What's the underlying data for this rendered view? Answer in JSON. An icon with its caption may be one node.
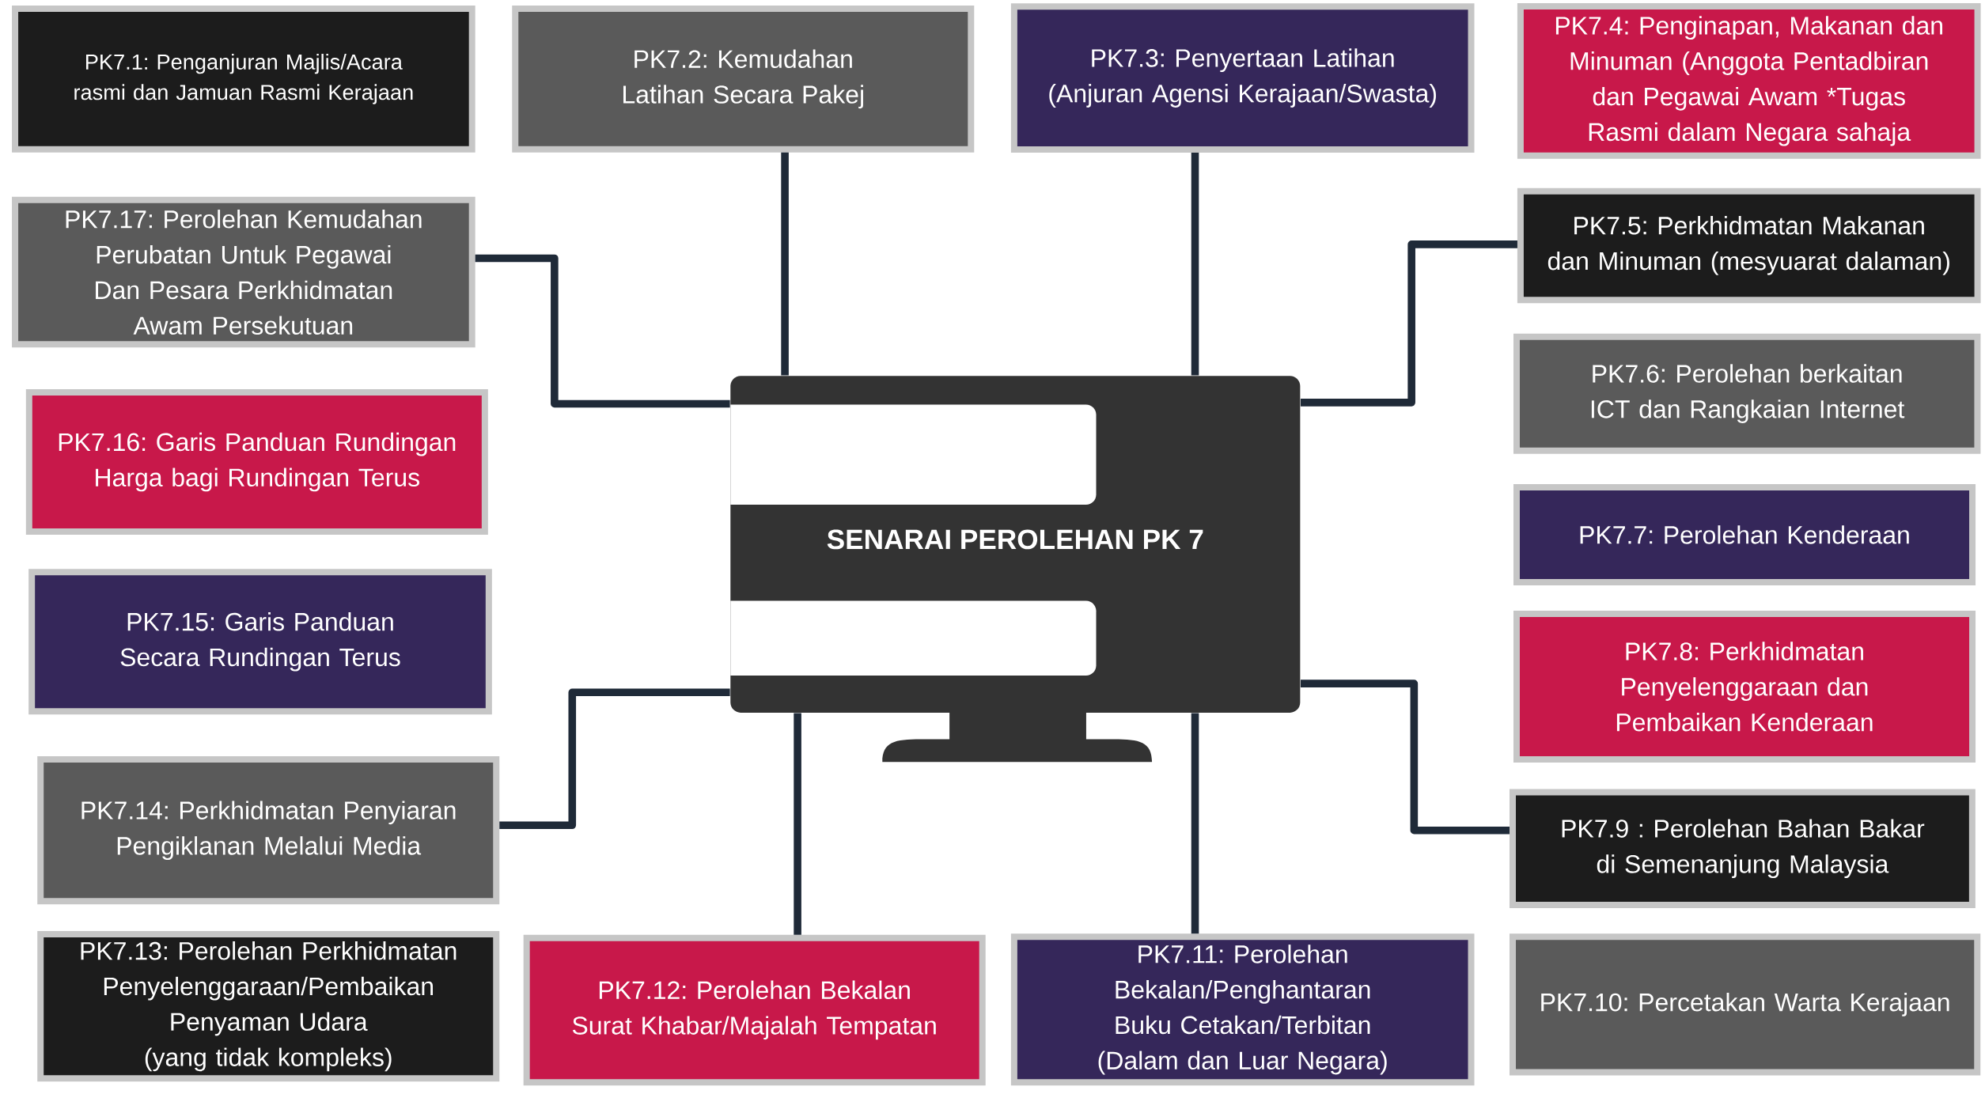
{
  "diagram": {
    "nodes": [
      {
        "text": [
          "SENARAI PEROLEHAN PK 7"
        ]
      },
      {
        "text": [
          "PK7.1: Penganjuran Majlis/Acara rasmi dan Jamuan Rasmi Kerajaan"
        ]
      },
      {
        "text": [
          "PK7.2: Kemudahan Latihan Secara Pakej"
        ]
      },
      {
        "text": [
          "PK7.3: Penyertaan Latihan (Anjuran Agensi Kerajaan/Swasta)"
        ]
      },
      {
        "text": [
          "PK7.4: Penginapan, Makanan dan Minuman (Anggota Pentadbiran dan Pegawai Awam *Tugas Rasmi dalam Negara sahaja"
        ]
      },
      {
        "text": [
          "PK7.5: Perkhidmatan Makanan dan Minuman (mesyuarat dalaman)"
        ]
      },
      {
        "text": [
          "PK7.6: Perolehan berkaitan ICT dan Rangkaian Internet"
        ]
      },
      {
        "text": [
          "PK7.7: Perolehan Kenderaan"
        ]
      },
      {
        "text": [
          "PK7.8: Perkhidmatan Penyelenggaraan dan Pembaikan Kenderaan"
        ]
      },
      {
        "text": [
          "PK7.9 : Perolehan Bahan Bakar di Semenanjung Malaysia"
        ]
      },
      {
        "text": [
          "PK7.10: Percetakan Warta Kerajaan"
        ]
      },
      {
        "text": [
          "PK7.11: Perolehan Bekalan/Penghantaran Buku Cetakan/Terbitan (Dalam dan Luar Negara)"
        ]
      },
      {
        "text": [
          "PK7.12: Perolehan Bekalan Surat Khabar/Majalah Tempatan"
        ]
      },
      {
        "text": [
          "PK7.13: Perolehan Perkhidmatan Penyelenggaraan/Pembaikan Penyaman Udara (yang tidak kompleks)"
        ]
      },
      {
        "text": [
          "PK7.14: Perkhidmatan Penyiaran Pengiklanan Melalui Media"
        ]
      },
      {
        "text": [
          "PK7.15: Garis Panduan Secara Rundingan Terus"
        ]
      },
      {
        "text": [
          "PK7.16: Garis Panduan Rundingan Harga bagi Rundingan Terus"
        ]
      },
      {
        "text": [
          "PK7.17: Perolehan Kemudahan Perubatan Untuk Pegawai Dan Pesara Perkhidmatan Awam Persekutuan"
        ]
      }
    ],
    "edges": [
      {
        "from": 2,
        "to": 0,
        "arrow": "none"
      },
      {
        "from": 3,
        "to": 0,
        "arrow": "none"
      },
      {
        "from": 5,
        "to": 0,
        "arrow": "none"
      },
      {
        "from": 9,
        "to": 0,
        "arrow": "none"
      },
      {
        "from": 11,
        "to": 0,
        "arrow": "none"
      },
      {
        "from": 12,
        "to": 0,
        "arrow": "none"
      },
      {
        "from": 14,
        "to": 0,
        "arrow": "none"
      },
      {
        "from": 17,
        "to": 0,
        "arrow": "none"
      }
    ]
  }
}
